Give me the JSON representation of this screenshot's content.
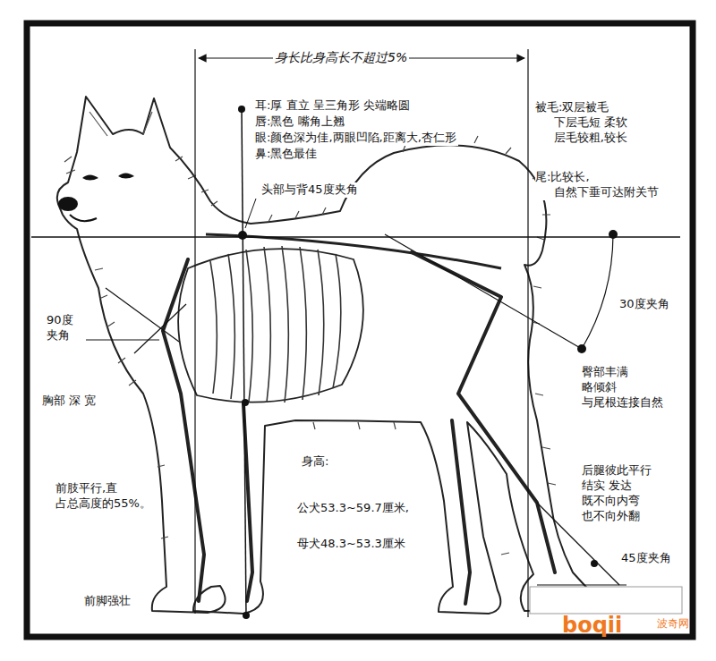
{
  "diagram": {
    "labels": [
      "身长比身高长不超过5%",
      "耳:厚 直立 呈三角形 尖端略圆",
      "唇:黑色 嘴角上翘",
      "眼:颜色深为佳,两眼凹陷,距离大,杏仁形",
      "鼻:黑色最佳",
      "头部与背45度夹角",
      "被毛:双层被毛 下层毛短 柔软 层毛较粗,较长",
      "尾:比较长, 自然下垂可达附关节",
      "30度夹角",
      "臀部丰满 略倾斜 与尾根连接自然",
      "后腿彼此平行 结实 发达 既不向内弯 也不向外翻",
      "45度夹角",
      "身高:",
      "公犬53.3~59.7厘米,",
      "母犬48.3~53.3厘米",
      "90度 夹角",
      "胸部 深 宽",
      "前肢平行,直 占总高度的55%。",
      "前脚强壮",
      "boqii",
      "波奇网"
    ]
  }
}
